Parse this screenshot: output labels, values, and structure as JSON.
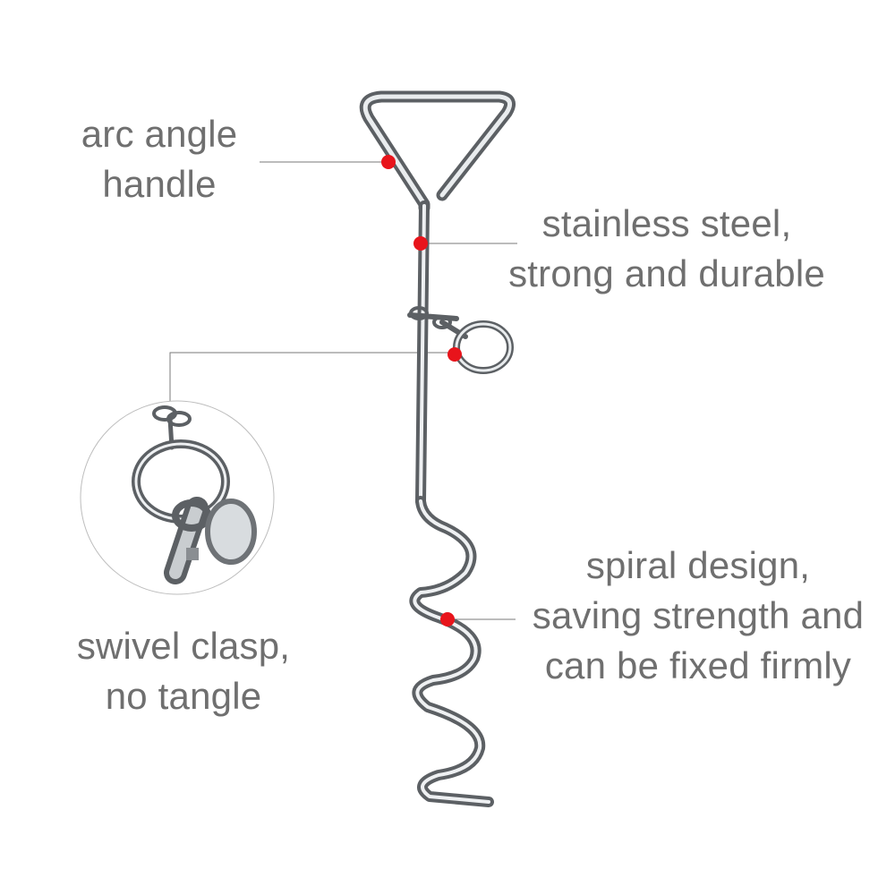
{
  "callouts": {
    "handle": {
      "line1": "arc angle",
      "line2": "handle"
    },
    "steel": {
      "line1": "stainless steel,",
      "line2": "strong and durable"
    },
    "clasp": {
      "line1": "swivel clasp,",
      "line2": "no tangle"
    },
    "spiral": {
      "line1": "spiral design,",
      "line2": "saving strength and",
      "line3": "can be fixed firmly"
    }
  },
  "colors": {
    "text": "#6f6f6f",
    "marker": "#e8141b",
    "leader": "#7a7a7a",
    "steel": "#a8acb0",
    "steel_dark": "#5c6064",
    "steel_light": "#f2f4f6",
    "circle_border": "#bdbdbd"
  },
  "icons": {
    "marker": "red-dot-marker",
    "product": "tie-out-stake"
  }
}
